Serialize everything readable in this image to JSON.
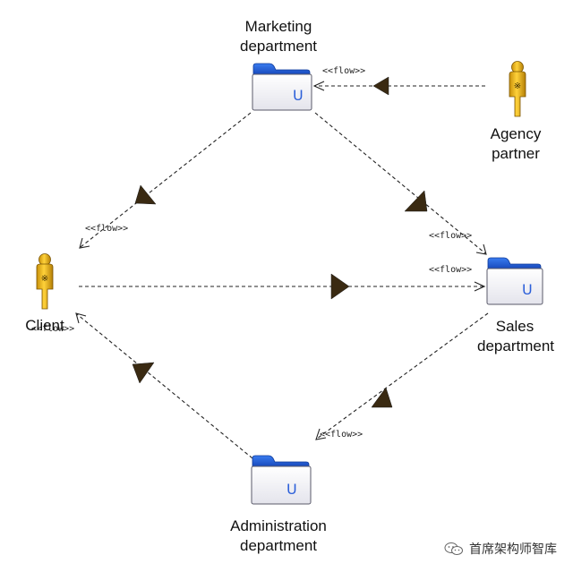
{
  "nodes": {
    "marketing": {
      "line1": "Marketing",
      "line2": "department",
      "glyph": "U"
    },
    "agency": {
      "line1": "Agency",
      "line2": "partner",
      "glyph": "※"
    },
    "client": {
      "line1": "Client",
      "glyph": "※"
    },
    "sales": {
      "line1": "Sales",
      "line2": "department",
      "glyph": "U"
    },
    "admin": {
      "line1": "Administration",
      "line2": "department",
      "glyph": "U"
    }
  },
  "flow_label": "<<flow>>",
  "watermark": {
    "text": "首席架构师智库",
    "icon": "wechat-icon"
  },
  "colors": {
    "folder_tab": "#1e5fd6",
    "folder_body": "#f3f3f6",
    "actor": "#e8b417",
    "arrow_head": "#3a2a12"
  }
}
